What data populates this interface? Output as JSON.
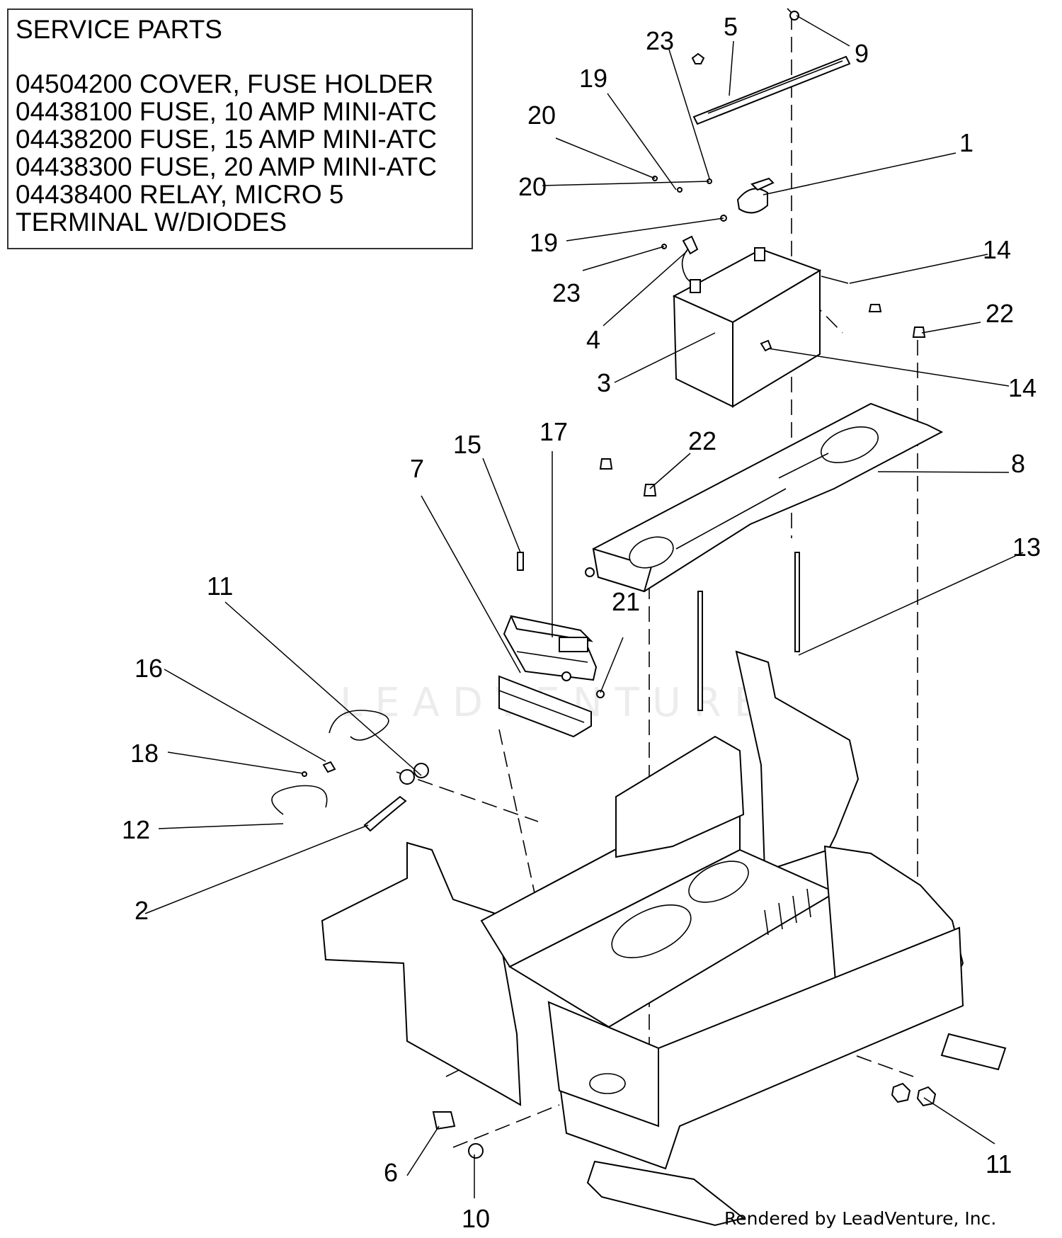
{
  "service_parts": {
    "title": "SERVICE PARTS",
    "lines": [
      "04504200 COVER, FUSE HOLDER",
      "04438100 FUSE, 10 AMP MINI-ATC",
      "04438200 FUSE, 15 AMP MINI-ATC",
      "04438300 FUSE, 20 AMP MINI-ATC",
      "04438400 RELAY, MICRO 5",
      "TERMINAL W/DIODES"
    ]
  },
  "callouts": {
    "c1": "1",
    "c2": "2",
    "c3": "3",
    "c4": "4",
    "c5": "5",
    "c6": "6",
    "c7": "7",
    "c8": "8",
    "c9": "9",
    "c10": "10",
    "c11a": "11",
    "c11b": "11",
    "c12": "12",
    "c13": "13",
    "c14a": "14",
    "c14b": "14",
    "c15": "15",
    "c16": "16",
    "c17": "17",
    "c18": "18",
    "c19a": "19",
    "c19b": "19",
    "c20a": "20",
    "c20b": "20",
    "c21": "21",
    "c22a": "22",
    "c22b": "22",
    "c23a": "23",
    "c23b": "23"
  },
  "footer": "Rendered by LeadVenture, Inc.",
  "watermark": "LEADVENTURE"
}
